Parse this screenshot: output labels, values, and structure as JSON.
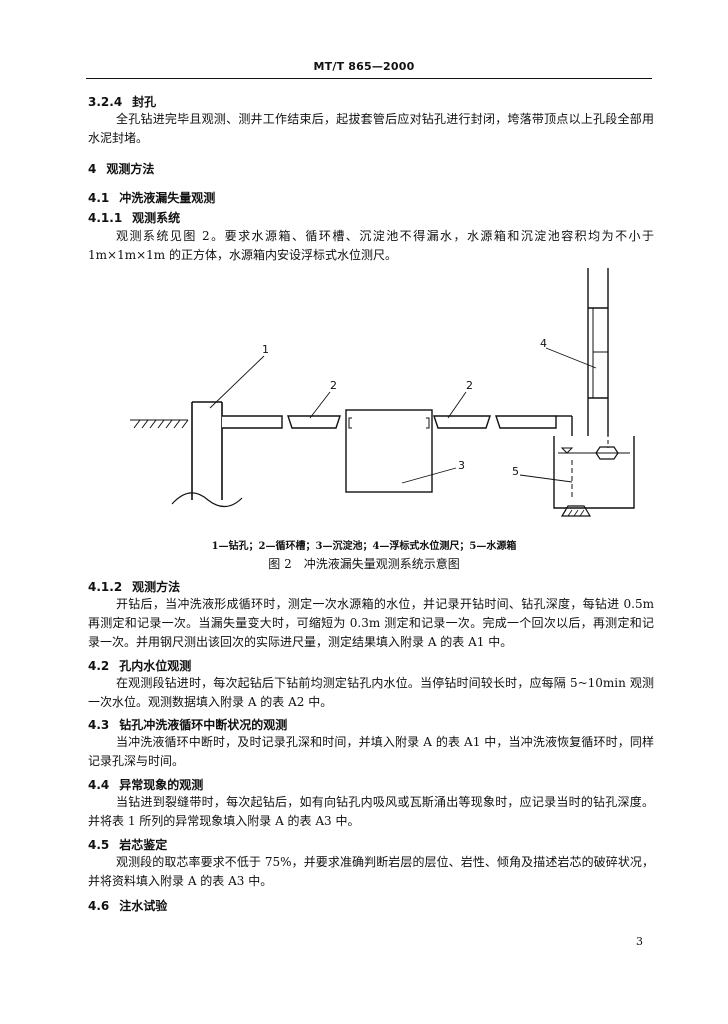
{
  "header": {
    "standard_code": "MT/T 865—2000"
  },
  "sections": {
    "s324": {
      "num": "3.2.4",
      "title": "封孔",
      "text": "全孔钻进完毕且观测、测井工作结束后，起拔套管后应对钻孔进行封闭，垮落带顶点以上孔段全部用水泥封堵。"
    },
    "s4": {
      "num": "4",
      "title": "观测方法"
    },
    "s41": {
      "num": "4.1",
      "title": "冲洗液漏失量观测"
    },
    "s411": {
      "num": "4.1.1",
      "title": "观测系统",
      "text": "观测系统见图 2。要求水源箱、循环槽、沉淀池不得漏水，水源箱和沉淀池容积均为不小于 1m×1m×1m 的正方体，水源箱内安设浮标式水位测尺。"
    },
    "s412": {
      "num": "4.1.2",
      "title": "观测方法",
      "text": "开钻后，当冲洗液形成循环时，测定一次水源箱的水位，并记录开钻时间、钻孔深度，每钻进 0.5m 再测定和记录一次。当漏失量变大时，可缩短为 0.3m 测定和记录一次。完成一个回次以后，再测定和记录一次。并用钢尺测出该回次的实际进尺量，测定结果填入附录 A 的表 A1 中。"
    },
    "s42": {
      "num": "4.2",
      "title": "孔内水位观测",
      "text": "在观测段钻进时，每次起钻后下钻前均测定钻孔内水位。当停钻时间较长时，应每隔 5~10min 观测一次水位。观测数据填入附录 A 的表 A2 中。"
    },
    "s43": {
      "num": "4.3",
      "title": "钻孔冲洗液循环中断状况的观测",
      "text": "当冲洗液循环中断时，及时记录孔深和时间，并填入附录 A 的表 A1 中，当冲洗液恢复循环时，同样记录孔深与时间。"
    },
    "s44": {
      "num": "4.4",
      "title": "异常现象的观测",
      "text": "当钻进到裂缝带时，每次起钻后，如有向钻孔内吸风或瓦斯涌出等现象时，应记录当时的钻孔深度。并将表 1 所列的异常现象填入附录 A 的表 A3 中。"
    },
    "s45": {
      "num": "4.5",
      "title": "岩芯鉴定",
      "text": "观测段的取芯率要求不低于 75%，并要求准确判断岩层的层位、岩性、倾角及描述岩芯的破碎状况，并将资料填入附录 A 的表 A3 中。"
    },
    "s46": {
      "num": "4.6",
      "title": "注水试验"
    }
  },
  "figure": {
    "labels": {
      "l1": "1",
      "l2a": "2",
      "l2b": "2",
      "l3": "3",
      "l4": "4",
      "l5": "5"
    },
    "legend": "1—钻孔；2—循环槽；3—沉淀池；4—浮标式水位测尺；5—水源箱",
    "title": "图 2　冲洗液漏失量观测系统示意图"
  },
  "page_number": "3"
}
